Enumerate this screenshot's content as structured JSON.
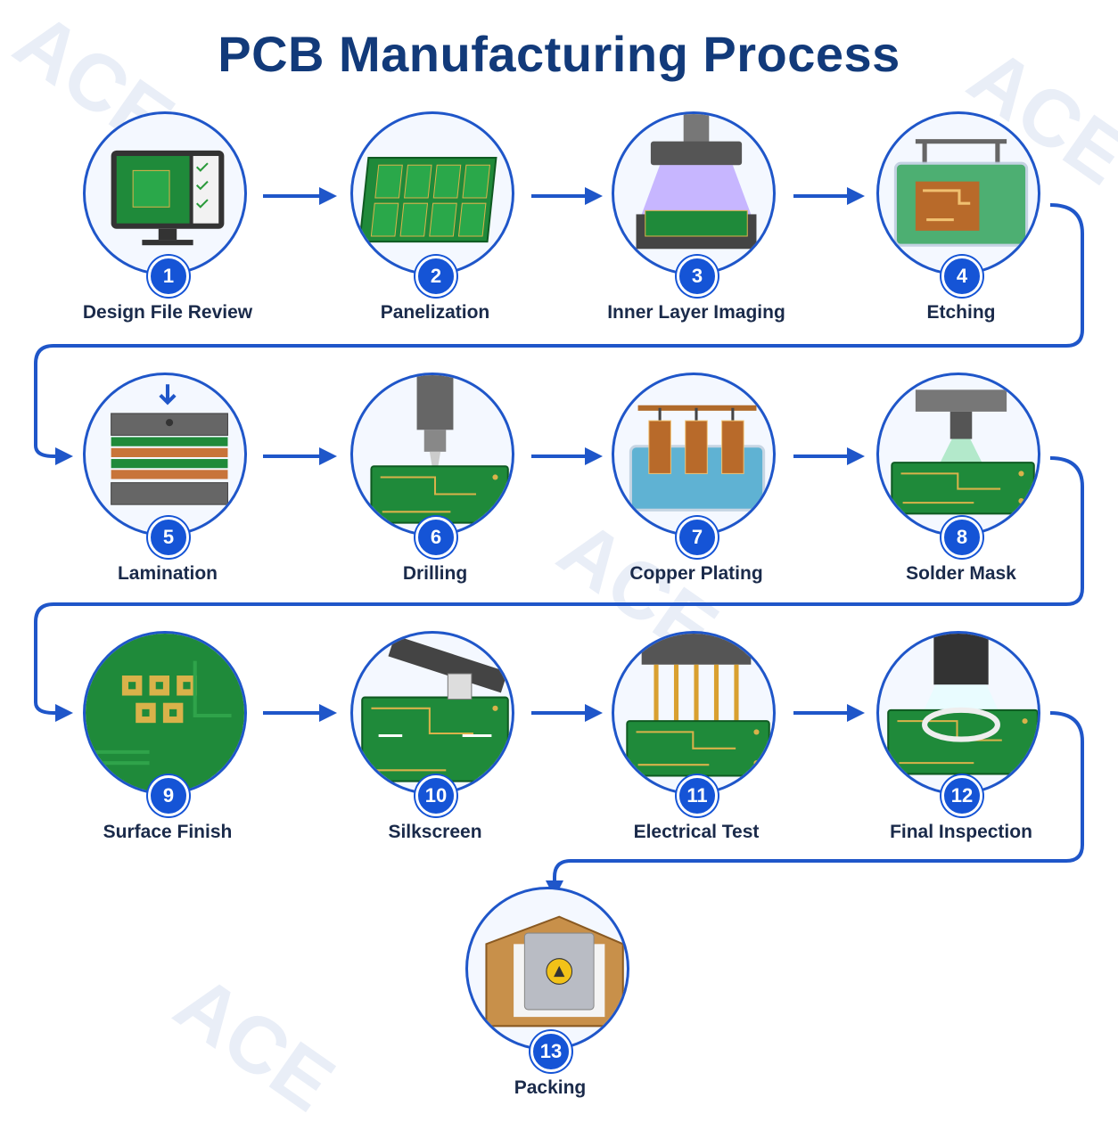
{
  "title": "PCB Manufacturing Process",
  "accent_color": "#1f56c9",
  "steps": [
    {
      "number": "1",
      "label": "Design File Review",
      "icon": "monitor-icon"
    },
    {
      "number": "2",
      "label": "Panelization",
      "icon": "panel-boards-icon"
    },
    {
      "number": "3",
      "label": "Inner Layer Imaging",
      "icon": "uv-exposure-icon"
    },
    {
      "number": "4",
      "label": "Etching",
      "icon": "etching-tank-icon"
    },
    {
      "number": "5",
      "label": "Lamination",
      "icon": "layer-stack-icon"
    },
    {
      "number": "6",
      "label": "Drilling",
      "icon": "drill-bit-icon"
    },
    {
      "number": "7",
      "label": "Copper Plating",
      "icon": "plating-bath-icon"
    },
    {
      "number": "8",
      "label": "Solder Mask",
      "icon": "mask-coater-icon"
    },
    {
      "number": "9",
      "label": "Surface Finish",
      "icon": "gold-pads-icon"
    },
    {
      "number": "10",
      "label": "Silkscreen",
      "icon": "printer-head-icon"
    },
    {
      "number": "11",
      "label": "Electrical Test",
      "icon": "test-probes-icon"
    },
    {
      "number": "12",
      "label": "Final Inspection",
      "icon": "magnifier-icon"
    },
    {
      "number": "13",
      "label": "Packing",
      "icon": "esd-box-icon"
    }
  ]
}
